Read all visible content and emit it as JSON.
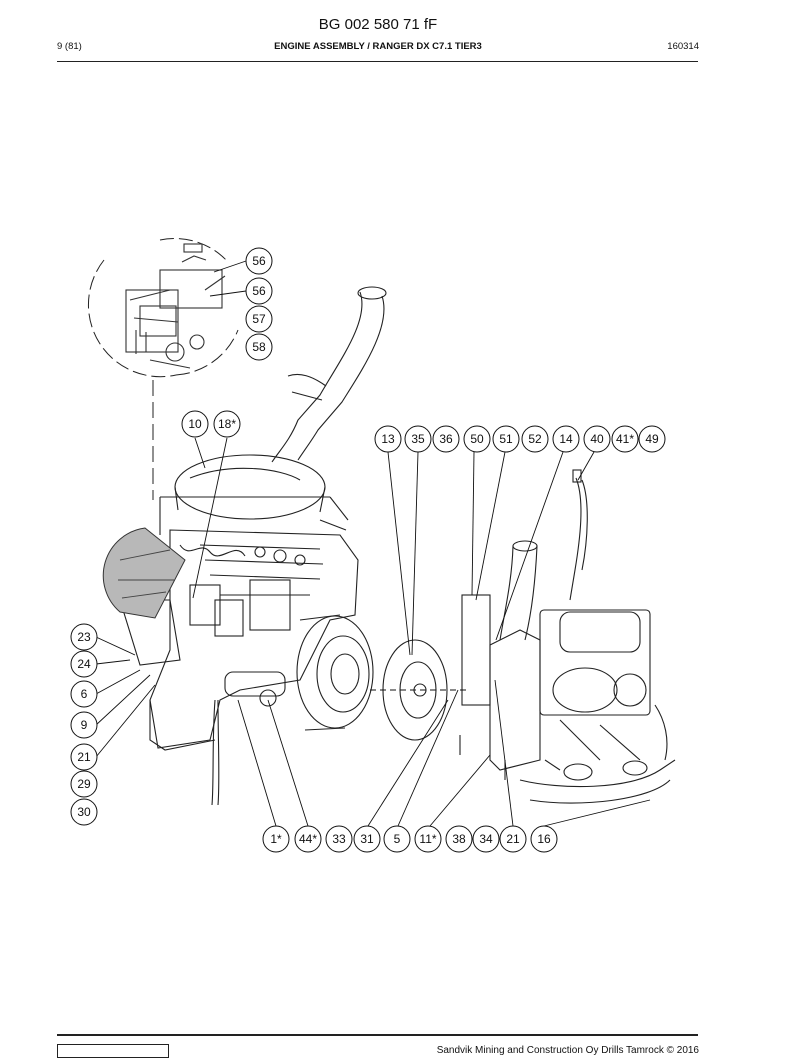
{
  "header": {
    "doc_id": "BG 002 580 71 fF",
    "page": "9 (81)",
    "title": "ENGINE ASSEMBLY / RANGER DX C7.1 TIER3",
    "date_code": "160314"
  },
  "footer": {
    "copyright": "Sandvik Mining and Construction Oy Drills Tamrock © 2016"
  },
  "callouts": {
    "c56a": "56",
    "c56b": "56",
    "c57": "57",
    "c58": "58",
    "c10": "10",
    "c18": "18*",
    "c13": "13",
    "c35": "35",
    "c36": "36",
    "c50": "50",
    "c51": "51",
    "c52": "52",
    "c14": "14",
    "c40": "40",
    "c41": "41*",
    "c49": "49",
    "c23": "23",
    "c24": "24",
    "c6": "6",
    "c9": "9",
    "c21l": "21",
    "c29": "29",
    "c30": "30",
    "c1": "1*",
    "c44": "44*",
    "c33": "33",
    "c31": "31",
    "c5": "5",
    "c11": "11*",
    "c38": "38",
    "c34": "34",
    "c21b": "21",
    "c16": "16"
  }
}
